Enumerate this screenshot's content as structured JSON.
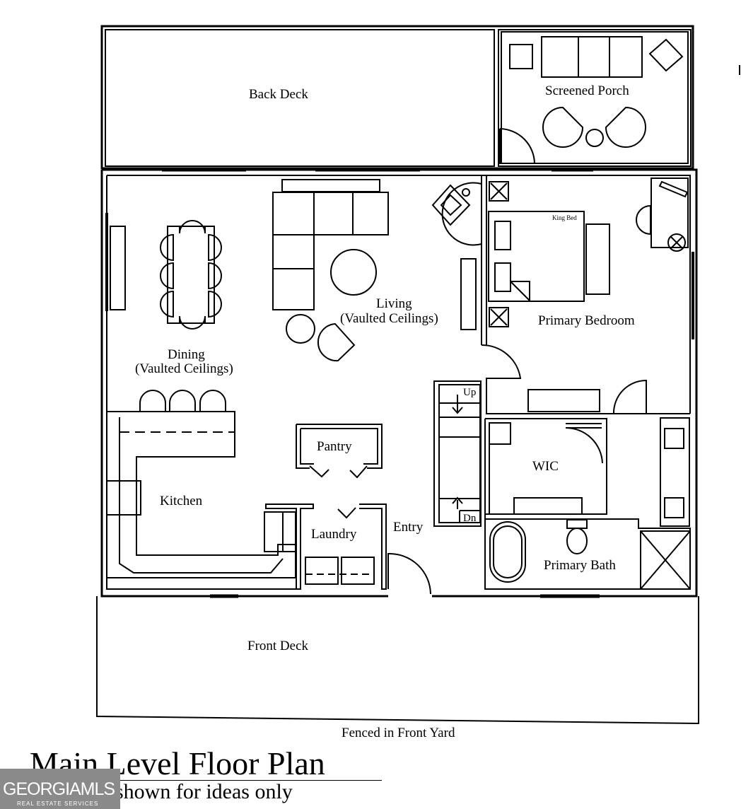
{
  "rooms": {
    "back_deck": "Back Deck",
    "screened_porch": "Screened Porch",
    "living": "Living",
    "living_note": "(Vaulted Ceilings)",
    "dining": "Dining",
    "dining_note": "(Vaulted Ceilings)",
    "king_bed": "King Bed",
    "primary_bedroom": "Primary Bedroom",
    "stairs_up": "Up",
    "stairs_down": "Dn",
    "pantry": "Pantry",
    "wic": "WIC",
    "kitchen": "Kitchen",
    "laundry": "Laundry",
    "entry": "Entry",
    "primary_bath": "Primary Bath",
    "front_deck": "Front Deck"
  },
  "yard_label": "Fenced in Front Yard",
  "title": "Main Level Floor Plan",
  "subtitle": "shown for ideas only",
  "logo": {
    "name": "GEORGIAMLS",
    "tagline": "REAL ESTATE SERVICES"
  }
}
